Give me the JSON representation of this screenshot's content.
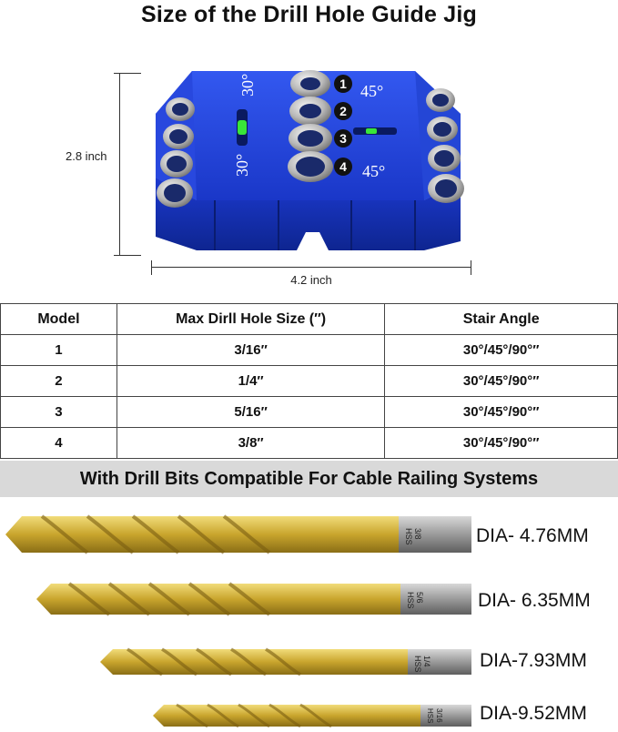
{
  "title": "Size of the Drill Hole Guide Jig",
  "dimensions": {
    "height": "2.8 inch",
    "width": "4.2 inch"
  },
  "jig": {
    "angle_labels": {
      "top_left": "30°",
      "top_right": "45°",
      "bottom_left": "30°",
      "bottom_right": "45°"
    },
    "hole_numbers": [
      "1",
      "2",
      "3",
      "4"
    ],
    "colors": {
      "body": "#1f3fd6",
      "body_dark": "#0f2490",
      "level": "#39e639"
    }
  },
  "table": {
    "headers": [
      "Model",
      "Max Dirll Hole Size (″)",
      "Stair Angle"
    ],
    "rows": [
      [
        "1",
        "3/16″",
        "30°/45°/90°″"
      ],
      [
        "2",
        "1/4″",
        "30°/45°/90°″"
      ],
      [
        "3",
        "5/16″",
        "30°/45°/90°″"
      ],
      [
        "4",
        "3/8″",
        "30°/45°/90°″"
      ]
    ]
  },
  "banner": "With Drill Bits Compatible For Cable Railing Systems",
  "drill_bits": [
    {
      "shank_size": "3/8",
      "shank_type": "HSS",
      "label": "DIA- 4.76MM"
    },
    {
      "shank_size": "5/6",
      "shank_type": "HSS",
      "label": "DIA- 6.35MM"
    },
    {
      "shank_size": "1/4",
      "shank_type": "HSS",
      "label": "DIA-7.93MM"
    },
    {
      "shank_size": "3/16",
      "shank_type": "HSS",
      "label": "DIA-9.52MM"
    }
  ]
}
